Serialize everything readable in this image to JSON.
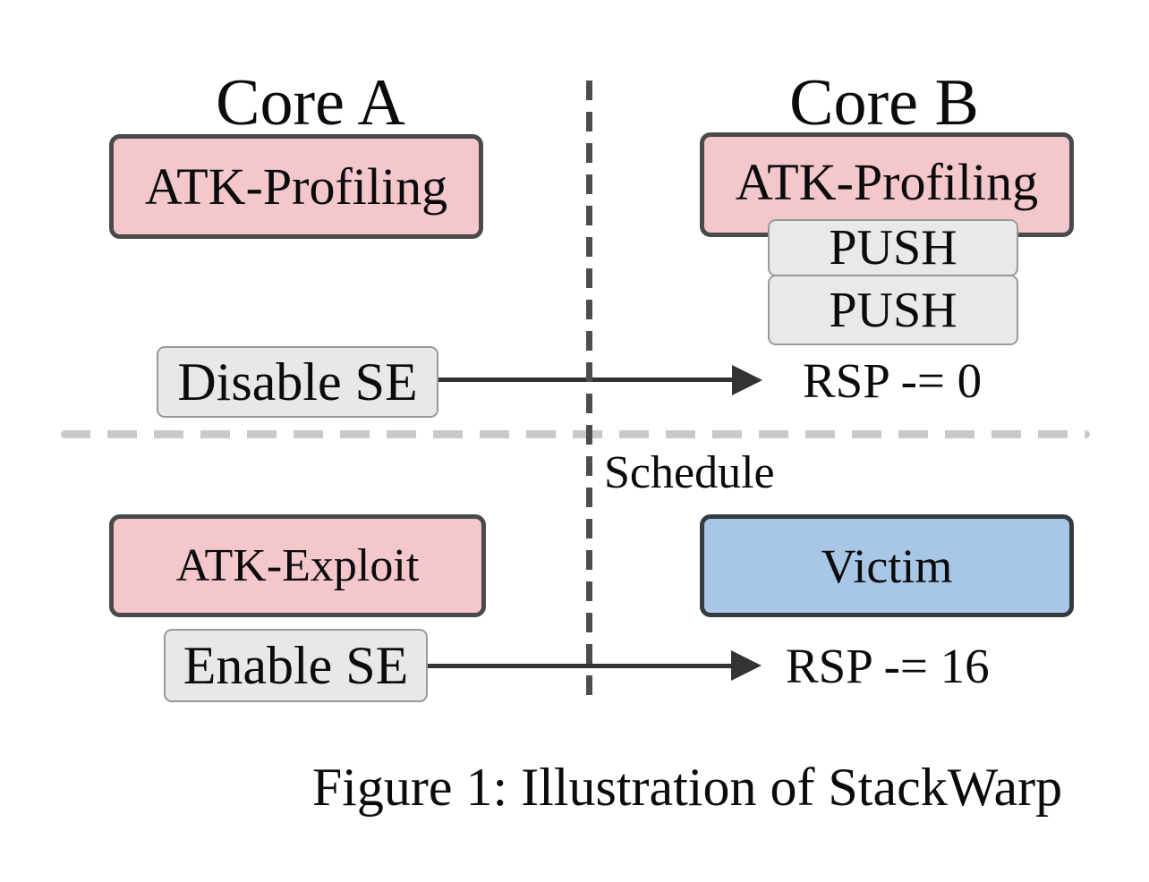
{
  "figure": {
    "core_a": {
      "title": "Core A"
    },
    "core_b": {
      "title": "Core B"
    },
    "boxes": {
      "atk_profiling_a": "ATK-Profiling",
      "atk_profiling_b": "ATK-Profiling",
      "push_1": "PUSH",
      "push_2": "PUSH",
      "disable_se": "Disable SE",
      "atk_exploit": "ATK-Exploit",
      "victim": "Victim",
      "enable_se": "Enable SE"
    },
    "labels": {
      "rsp_zero": "RSP -= 0",
      "rsp_sixteen": "RSP -= 16",
      "schedule": "Schedule"
    },
    "caption": "Figure 1: Illustration of StackWarp",
    "colors": {
      "attacker_fill": "#F3C7CC",
      "attacker_border": "#4A4A4A",
      "action_fill": "#E8E8E8",
      "push_fill": "#E8EAE9",
      "action_border": "#999999",
      "victim_fill": "#A8C6E6",
      "victim_border": "#343C42",
      "arrow": "#333333",
      "divider_vertical": "#4E4E4E",
      "divider_horizontal": "#C9C9C9"
    }
  }
}
